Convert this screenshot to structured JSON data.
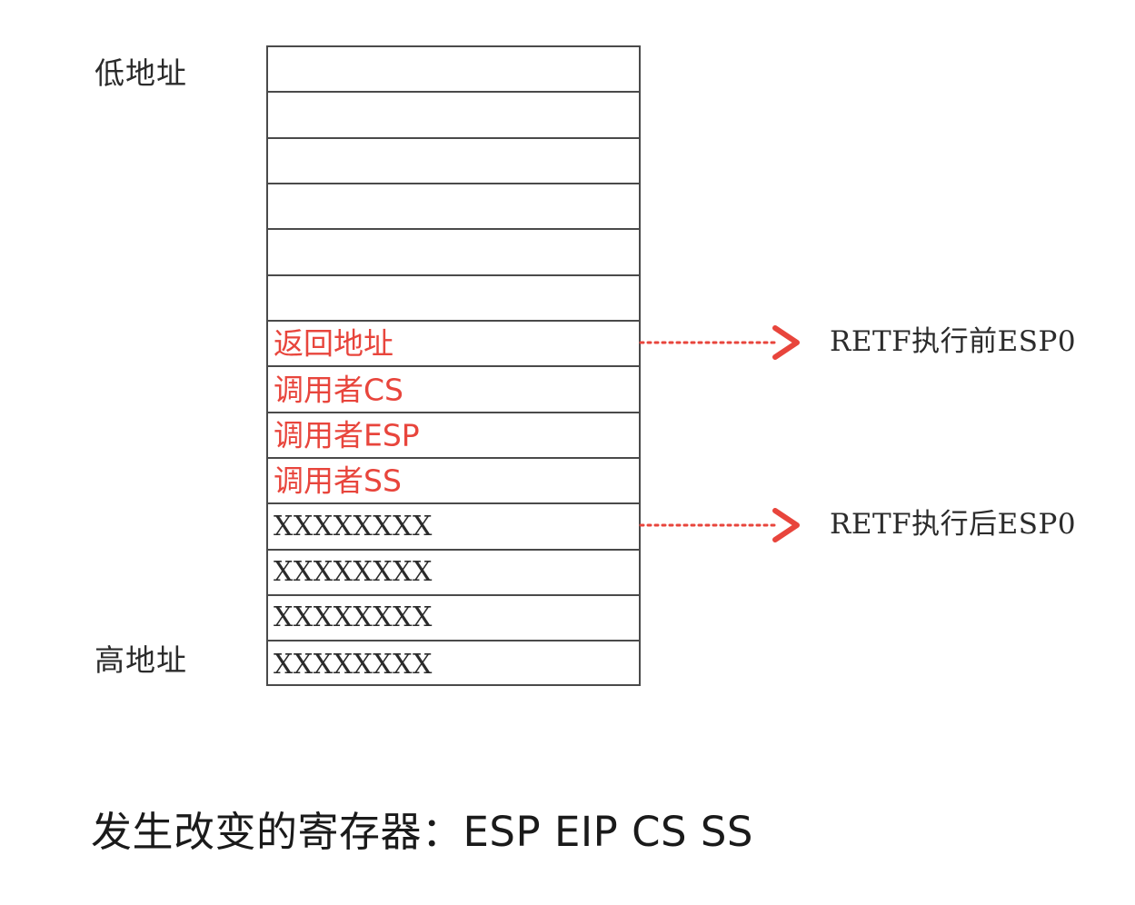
{
  "diagram": {
    "title_caption": "发生改变的寄存器：ESP EIP  CS SS",
    "low_address_label": "低地址",
    "high_address_label": "高地址",
    "colors": {
      "stack_entry_highlight": "#e8453c",
      "arrow": "#e8453c",
      "border": "#4a4a4a",
      "text": "#2b2b2b",
      "background": "#ffffff"
    },
    "stack": {
      "rows": [
        {
          "text": "",
          "style": "empty"
        },
        {
          "text": "",
          "style": "empty"
        },
        {
          "text": "",
          "style": "empty"
        },
        {
          "text": "",
          "style": "empty"
        },
        {
          "text": "",
          "style": "empty"
        },
        {
          "text": "",
          "style": "empty"
        },
        {
          "text": "返回地址",
          "style": "red"
        },
        {
          "text": "调用者CS",
          "style": "red"
        },
        {
          "text": "调用者ESP",
          "style": "red"
        },
        {
          "text": "调用者SS",
          "style": "red"
        },
        {
          "text": "XXXXXXXX",
          "style": "filler"
        },
        {
          "text": "XXXXXXXX",
          "style": "filler"
        },
        {
          "text": "XXXXXXXX",
          "style": "filler"
        },
        {
          "text": "XXXXXXXX",
          "style": "filler"
        }
      ]
    },
    "annotations": [
      {
        "label": "RETF执行前ESP0",
        "points_to_row": 6
      },
      {
        "label": "RETF执行后ESP0",
        "points_to_row": 10
      }
    ]
  }
}
